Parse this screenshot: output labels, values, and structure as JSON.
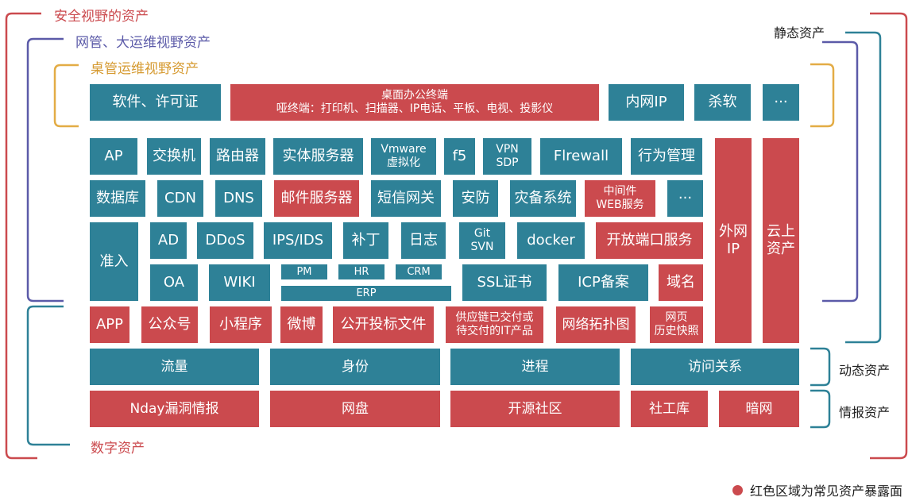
{
  "colors": {
    "teal": "#2e8197",
    "red": "#cb4a4e",
    "security_bracket": "#cb4a4e",
    "network_ops_bracket": "#5b5aa8",
    "desktop_ops_bracket": "#e3ac45",
    "static_bracket": "#2e8197",
    "digital_bracket": "#2e8197"
  },
  "labels": {
    "security_view": "安全视野的资产",
    "network_ops_view": "网管、大运维视野资产",
    "desktop_ops_view": "桌管运维视野资产",
    "static_assets": "静态资产",
    "dynamic_assets": "动态资产",
    "intel_assets": "情报资产",
    "digital_assets": "数字资产"
  },
  "row1": {
    "software_license": "软件、许可证",
    "desktop_terminal_title": "桌面办公终端",
    "desktop_terminal_sub": "哑终端：打印机、扫描器、IP电话、平板、电视、投影仪",
    "intranet_ip": "内网IP",
    "antivirus": "杀软",
    "more": "···"
  },
  "row2": {
    "ap": "AP",
    "switch": "交换机",
    "router": "路由器",
    "physical_server": "实体服务器",
    "vmware_1": "Vmware",
    "vmware_2": "虚拟化",
    "f5": "f5",
    "vpn_1": "VPN",
    "vpn_2": "SDP",
    "firewall": "Flrewall",
    "behavior_mgmt": "行为管理"
  },
  "row3": {
    "database": "数据库",
    "cdn": "CDN",
    "dns": "DNS",
    "mail_server": "邮件服务器",
    "sms_gateway": "短信网关",
    "security_cam": "安防",
    "disaster_recovery": "灾备系统",
    "middleware_1": "中间件",
    "middleware_2": "WEB服务",
    "more": "···"
  },
  "row4": {
    "access_control": "准入",
    "ad": "AD",
    "ddos": "DDoS",
    "ips_ids": "IPS/IDS",
    "patch": "补丁",
    "log": "日志",
    "git_1": "Git",
    "git_2": "SVN",
    "docker": "docker",
    "open_ports": "开放端口服务"
  },
  "row5": {
    "oa": "OA",
    "wiki": "WIKI",
    "pm": "PM",
    "hr": "HR",
    "crm": "CRM",
    "erp": "ERP",
    "ssl_cert": "SSL证书",
    "icp": "ICP备案",
    "domain": "域名"
  },
  "vertical": {
    "external_ip_1": "外网",
    "external_ip_2": "IP",
    "cloud_1": "云上",
    "cloud_2": "资产"
  },
  "row6": {
    "app": "APP",
    "official_account": "公众号",
    "mini_program": "小程序",
    "weibo": "微博",
    "bid_docs": "公开投标文件",
    "supply_chain_1": "供应链已交付或",
    "supply_chain_2": "待交付的IT产品",
    "network_topology": "网络拓扑图",
    "web_snapshot_1": "网页",
    "web_snapshot_2": "历史快照"
  },
  "row7": {
    "traffic": "流量",
    "identity": "身份",
    "process": "进程",
    "access_relation": "访问关系"
  },
  "row8": {
    "nday_intel": "Nday漏洞情报",
    "netdisk": "网盘",
    "open_source": "开源社区",
    "social_db": "社工库",
    "darknet": "暗网"
  },
  "legend": {
    "text": "红色区域为常见资产暴露面"
  }
}
